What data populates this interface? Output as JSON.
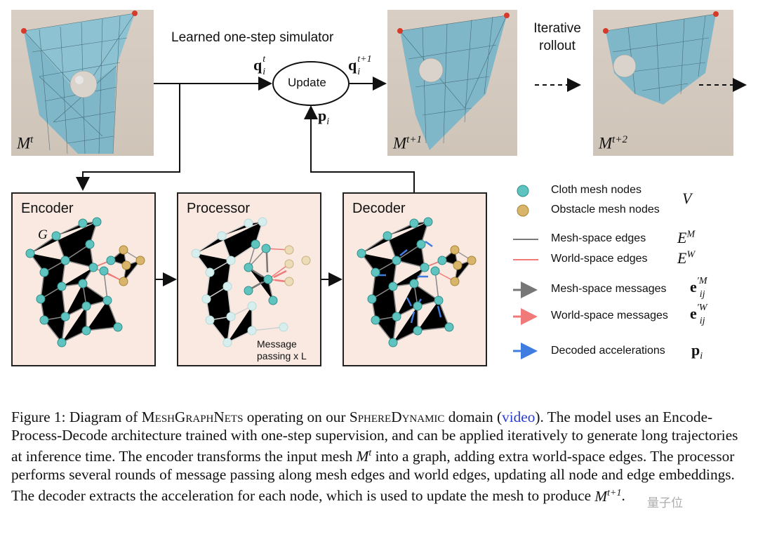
{
  "top": {
    "simulator_label": "Learned one-step simulator",
    "update_label": "Update",
    "iterative_label_line1": "Iterative",
    "iterative_label_line2": "rollout",
    "q_in": "q",
    "q_in_sub": "i",
    "q_in_sup": "t",
    "q_out": "q",
    "q_out_sub": "i",
    "q_out_sup": "t+1",
    "p_label": "p",
    "p_sub": "i"
  },
  "photos": [
    {
      "label": "M",
      "sup": "t"
    },
    {
      "label": "M",
      "sup": "t+1"
    },
    {
      "label": "M",
      "sup": "t+2"
    }
  ],
  "panels": {
    "encoder": "Encoder",
    "encoder_graph": "G",
    "processor": "Processor",
    "processor_note_line1": "Message",
    "processor_note_line2": "passing x L",
    "decoder": "Decoder"
  },
  "legend": {
    "cloth_nodes": "Cloth mesh nodes",
    "obstacle_nodes": "Obstacle mesh nodes",
    "nodes_symbol": "V",
    "mesh_edges": "Mesh-space edges",
    "mesh_edges_symbol": "E",
    "mesh_edges_sup": "M",
    "world_edges": "World-space edges",
    "world_edges_symbol": "E",
    "world_edges_sup": "W",
    "mesh_messages": "Mesh-space messages",
    "mesh_messages_sup": "M",
    "world_messages": "World-space messages",
    "world_messages_sup": "W",
    "messages_symbol": "e",
    "messages_sub": "ij",
    "decoded": "Decoded accelerations",
    "decoded_symbol": "p",
    "decoded_sub": "i"
  },
  "colors": {
    "cloth_node": "#5fc3c0",
    "obstacle_node": "#d8b56a",
    "mesh_edge": "#7a7a7a",
    "world_edge": "#f07a7a",
    "decoded_arrow": "#3f7de0",
    "panel_bg": "#f9e9e1",
    "link": "#2a3bd4"
  },
  "caption": {
    "p1": "Figure 1: Diagram of ",
    "p1_sc1": "MeshGraphNets",
    "p2": " operating on our ",
    "p2_sc2": "SphereDynamic",
    "p3": " domain (",
    "link": "video",
    "p4": "). The model uses an Encode-Process-Decode architecture trained with one-step supervision, and can be applied iteratively to generate long trajectories at inference time. The encoder transforms the input mesh ",
    "m1": "M",
    "m1_sup": "t",
    "p5": " into a graph, adding extra world-space edges. The processor performs several rounds of message passing along mesh edges and world edges, updating all node and edge embeddings. The decoder extracts the acceleration for each node, which is used to update the mesh to produce ",
    "m2": "M",
    "m2_sup": "t+1",
    "p6": "."
  },
  "watermark": "量子位"
}
